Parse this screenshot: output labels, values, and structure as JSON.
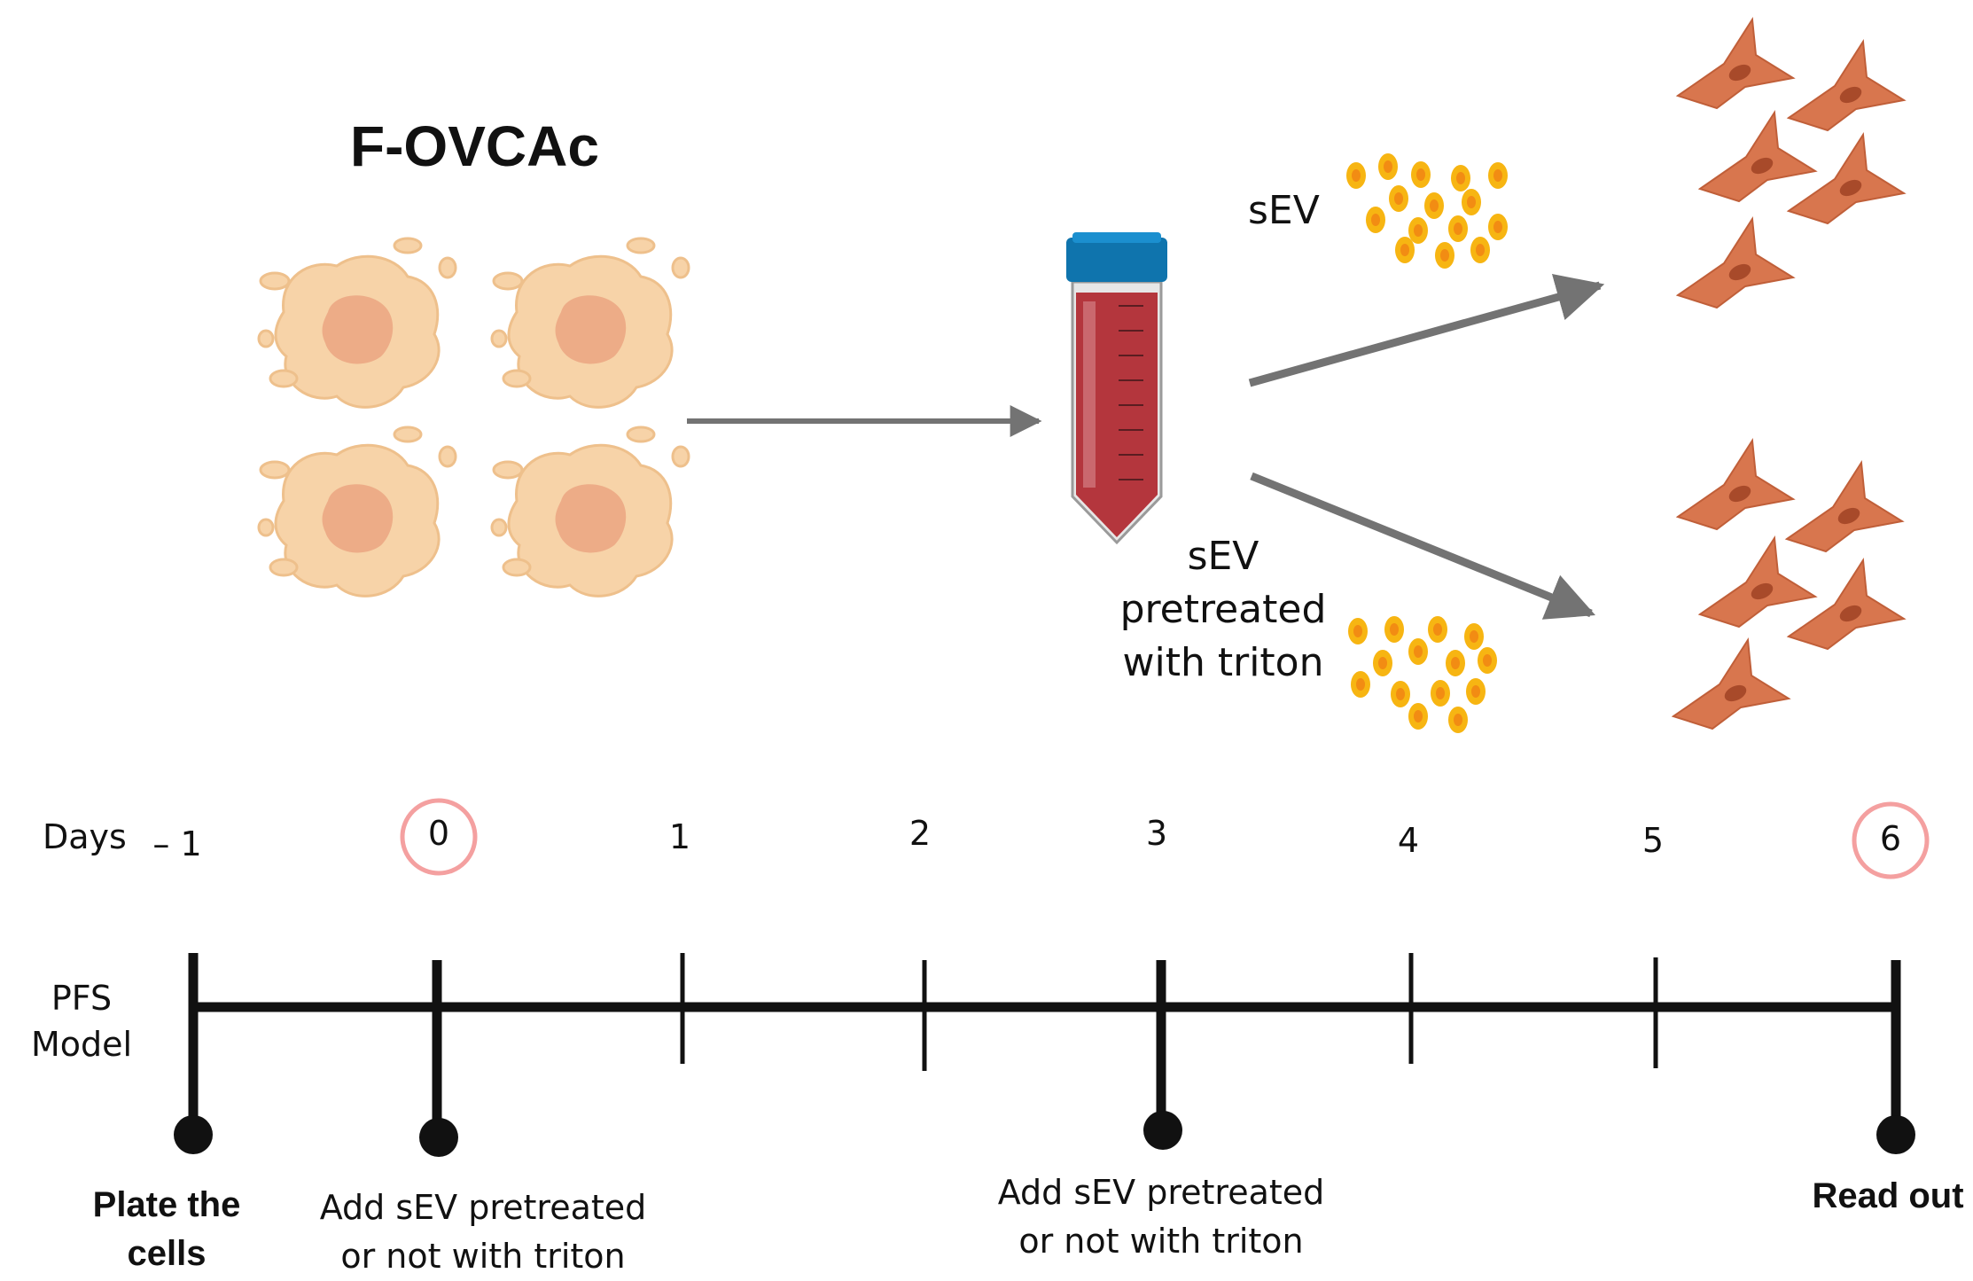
{
  "title": "F-OVCAc",
  "branch_labels": {
    "top": "sEV",
    "bottom": [
      "sEV",
      "pretreated",
      "with triton"
    ]
  },
  "timeline": {
    "days_label": "Days",
    "row_label": [
      "PFS",
      "Model"
    ],
    "days": [
      "– 1",
      "0",
      "1",
      "2",
      "3",
      "4",
      "5",
      "6"
    ],
    "highlighted_days": [
      "0",
      "6"
    ],
    "events": [
      {
        "day": "– 1",
        "lines": [
          "Plate the",
          "cells"
        ],
        "bold": true
      },
      {
        "day": "0",
        "lines": [
          "Add sEV pretreated",
          "or not with triton"
        ],
        "bold": false
      },
      {
        "day": "3",
        "lines": [
          "Add sEV pretreated",
          "or not with triton"
        ],
        "bold": false
      },
      {
        "day": "6",
        "lines": [
          "Read out"
        ],
        "bold": true
      }
    ]
  },
  "colors": {
    "arrow": "#737373",
    "highlight_circle": "#f4a0a0",
    "cell_light": "#f7d3a8",
    "cell_nucleus": "#eba581",
    "vesicle": "#f7b512",
    "vesicle_core": "#f28c13",
    "fibroblast": "#d8764e",
    "tube_cap": "#0f74ad",
    "tube_liquid": "#b4363d"
  }
}
